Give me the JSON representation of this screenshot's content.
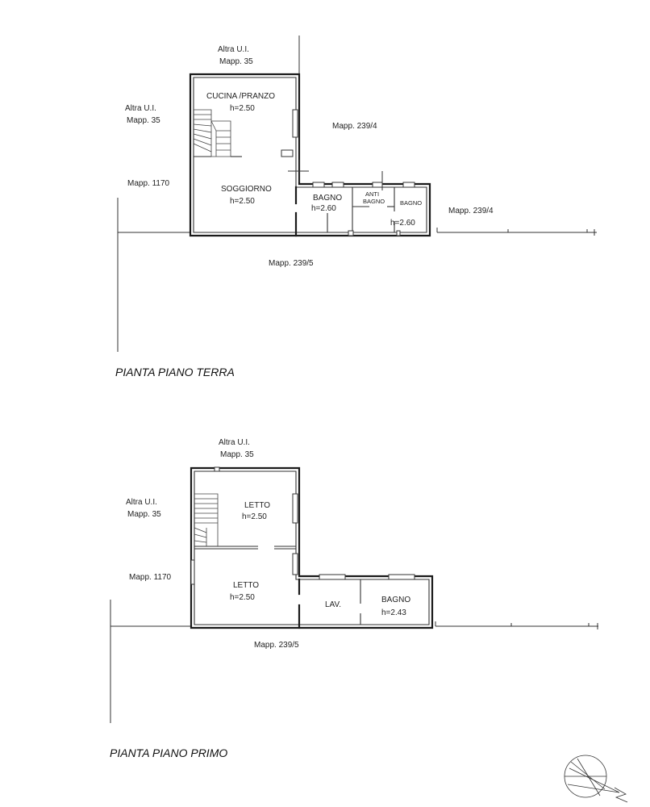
{
  "ground_floor": {
    "title": "PIANTA PIANO TERRA",
    "neighbors": {
      "top_line1": "Altra U.I.",
      "top_line2": "Mapp. 35",
      "left_line1": "Altra U.I.",
      "left_line2": "Mapp. 35",
      "right_upper": "Mapp. 239/4",
      "right_lower": "Mapp. 239/4",
      "left_lower": "Mapp. 1170",
      "bottom": "Mapp. 239/5"
    },
    "rooms": {
      "cucina_name": "CUCINA /PRANZO",
      "cucina_height": "h=2.50",
      "soggiorno_name": "SOGGIORNO",
      "soggiorno_height": "h=2.50",
      "bagno1_name": "BAGNO",
      "bagno1_height": "h=2.60",
      "antibagno_line1": "ANTI",
      "antibagno_line2": "BAGNO",
      "bagno2_name": "BAGNO",
      "bagno2_height": "h=2.60"
    }
  },
  "first_floor": {
    "title": "PIANTA PIANO PRIMO",
    "neighbors": {
      "top_line1": "Altra U.I.",
      "top_line2": "Mapp. 35",
      "left_line1": "Altra U.I.",
      "left_line2": "Mapp. 35",
      "left_lower": "Mapp. 1170",
      "bottom": "Mapp. 239/5"
    },
    "rooms": {
      "letto1_name": "LETTO",
      "letto1_height": "h=2.50",
      "letto2_name": "LETTO",
      "letto2_height": "h=2.50",
      "lav_name": "LAV.",
      "bagno_name": "BAGNO",
      "bagno_height": "h=2.43"
    }
  },
  "north_arrow_icon": "north-arrow-icon"
}
